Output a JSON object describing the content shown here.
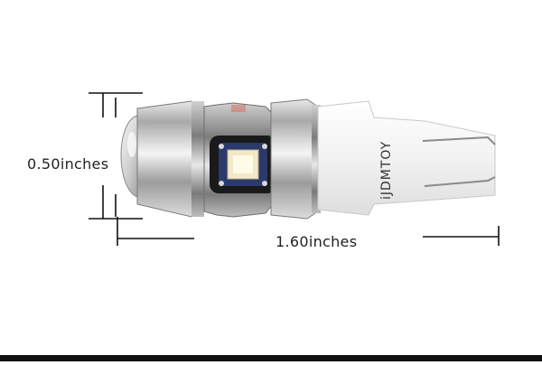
{
  "dimensions": {
    "height_label": "0.50inches",
    "width_label": "1.60inches"
  },
  "product": {
    "brand": "iJDMTOY"
  },
  "colors": {
    "background": "#ffffff",
    "dimension_line": "#111111",
    "base_plastic": "#f4f4f4",
    "led_chip": "#fffbe6"
  }
}
